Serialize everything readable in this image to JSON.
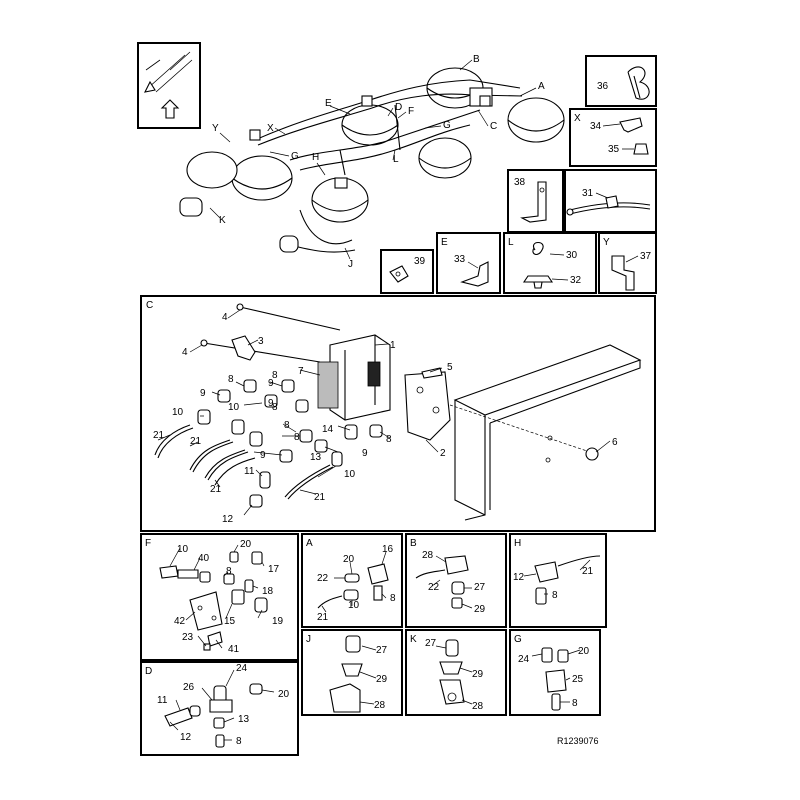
{
  "document": {
    "reference": "R1239076"
  },
  "overview": {
    "labels": [
      "A",
      "B",
      "C",
      "D",
      "E",
      "F",
      "G",
      "G",
      "H",
      "J",
      "K",
      "L",
      "X",
      "Y"
    ]
  },
  "panels": {
    "num36": {
      "items": [
        "36"
      ]
    },
    "x": {
      "title": "X",
      "items": [
        "34",
        "35"
      ]
    },
    "p38": {
      "items": [
        "38"
      ]
    },
    "p31": {
      "items": [
        "31"
      ]
    },
    "p39": {
      "items": [
        "39"
      ]
    },
    "e": {
      "title": "E",
      "items": [
        "33"
      ]
    },
    "l": {
      "title": "L",
      "items": [
        "30",
        "32"
      ]
    },
    "y": {
      "title": "Y",
      "items": [
        "37"
      ]
    },
    "c": {
      "title": "C",
      "items": [
        "1",
        "2",
        "3",
        "4",
        "4",
        "5",
        "6",
        "7",
        "8",
        "8",
        "8",
        "8",
        "8",
        "8",
        "9",
        "9",
        "9",
        "9",
        "9",
        "10",
        "10",
        "10",
        "11",
        "12",
        "13",
        "14",
        "21",
        "21",
        "21",
        "21"
      ]
    },
    "f": {
      "title": "F",
      "items": [
        "10",
        "40",
        "20",
        "8",
        "17",
        "18",
        "19",
        "15",
        "42",
        "23",
        "41"
      ]
    },
    "a": {
      "title": "A",
      "items": [
        "20",
        "16",
        "22",
        "8",
        "10",
        "21"
      ]
    },
    "b": {
      "title": "B",
      "items": [
        "28",
        "27",
        "22",
        "29"
      ]
    },
    "h": {
      "title": "H",
      "items": [
        "12",
        "21",
        "8"
      ]
    },
    "d": {
      "title": "D",
      "items": [
        "24",
        "26",
        "20",
        "11",
        "13",
        "12",
        "8"
      ]
    },
    "j": {
      "title": "J",
      "items": [
        "27",
        "29",
        "28"
      ]
    },
    "k": {
      "title": "K",
      "items": [
        "27",
        "29",
        "28"
      ]
    },
    "g": {
      "title": "G",
      "items": [
        "24",
        "20",
        "25",
        "8"
      ]
    }
  }
}
